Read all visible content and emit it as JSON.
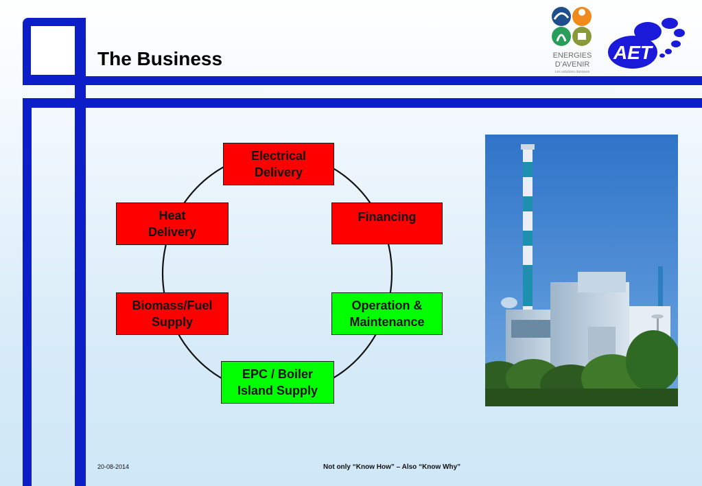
{
  "slide": {
    "title": "The Business",
    "footer_date": "20-08-2014",
    "footer_tagline": "Not only “Know How” – Also “Know Why”"
  },
  "logos": {
    "energies": {
      "line1": "ENERGIES",
      "line2": "D’AVENIR",
      "line3": "Les solutions danoises"
    },
    "aet": {
      "text": "AET"
    }
  },
  "cycle": {
    "items": [
      {
        "label": "Electrical\nDelivery",
        "color": "#ff0000"
      },
      {
        "label": "Financing",
        "color": "#ff0000"
      },
      {
        "label": "Operation &\nMaintenance",
        "color": "#00ff00"
      },
      {
        "label": "EPC / Boiler\nIsland Supply",
        "color": "#00ff00"
      },
      {
        "label": "Biomass/Fuel\nSupply",
        "color": "#ff0000"
      },
      {
        "label": "Heat\nDelivery",
        "color": "#ff0000"
      }
    ]
  },
  "colors": {
    "frame": "#0b1ec8",
    "red": "#ff0000",
    "green": "#00ff00"
  },
  "photo": {
    "subject": "biomass power plant with chimneys"
  }
}
